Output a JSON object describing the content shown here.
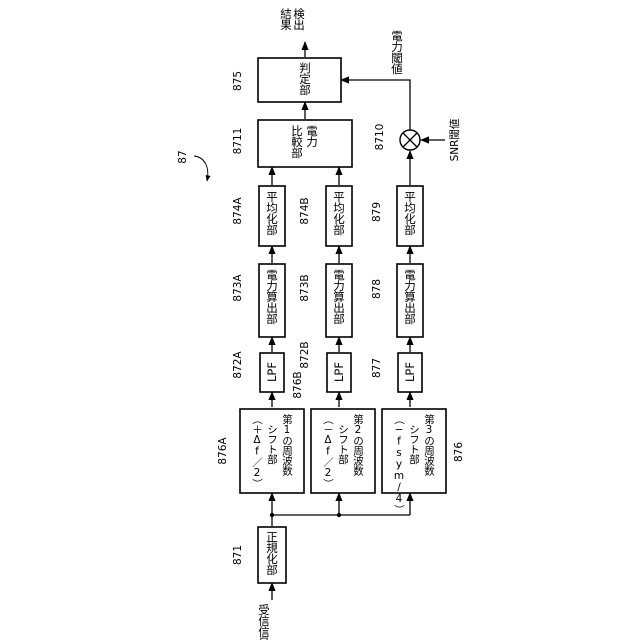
{
  "diagram_id": "87",
  "input": {
    "ref": "871",
    "block": "正規化部",
    "signal": "受信信号"
  },
  "shift_blocks": [
    {
      "ref": "876A",
      "line1": "第1の周波数",
      "line2": "シフト部",
      "line3": "（＋Δf／2）"
    },
    {
      "ref": "876B",
      "line1": "第2の周波数",
      "line2": "シフト部",
      "line3": "（－Δf／2）"
    },
    {
      "ref": "876",
      "line1": "第3の周波数",
      "line2": "シフト部",
      "line3": "（−fsym/4）"
    }
  ],
  "lpf": [
    {
      "ref": "872A",
      "label": "LPF"
    },
    {
      "ref": "872B",
      "label": "LPF"
    },
    {
      "ref": "877",
      "label": "LPF"
    }
  ],
  "power_calc": [
    {
      "ref": "873A",
      "label": "電力算出部"
    },
    {
      "ref": "873B",
      "label": "電力算出部"
    },
    {
      "ref": "878",
      "label": "電力算出部"
    }
  ],
  "averaging": [
    {
      "ref": "874A",
      "label": "平均化部"
    },
    {
      "ref": "874B",
      "label": "平均化部"
    },
    {
      "ref": "879",
      "label": "平均化部"
    }
  ],
  "comparator": {
    "ref": "8711",
    "line1": "電力",
    "line2": "比較部"
  },
  "judgment": {
    "ref": "875",
    "label": "判定部"
  },
  "multiplier": {
    "ref": "8710",
    "threshold": "SNR閾値"
  },
  "power_threshold": "電力閾値",
  "output": {
    "line1": "検出",
    "line2": "結果"
  }
}
